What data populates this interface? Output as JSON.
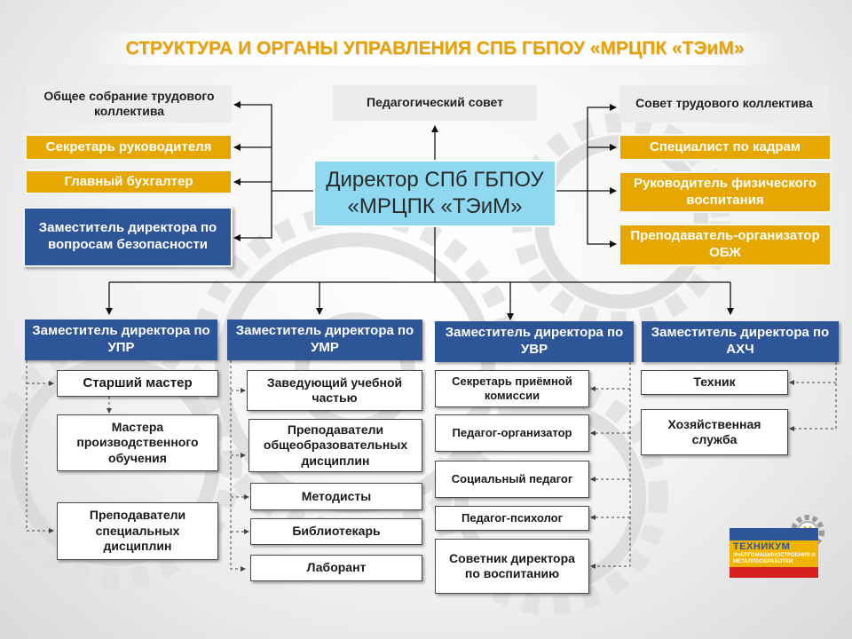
{
  "title": "СТРУКТУРА И ОРГАНЫ УПРАВЛЕНИЯ СПБ ГБПОУ «МРЦПК «ТЭиМ»",
  "director": {
    "line1": "Директор СПб ГБПОУ",
    "line2": "«МРЦПК «ТЭиМ»"
  },
  "top": {
    "general_meeting": "Общее собрание трудового коллектива",
    "ped_council": "Педагогический совет",
    "labor_council": "Совет трудового коллектива"
  },
  "left_staff": {
    "secretary": "Секретарь руководителя",
    "accountant": "Главный бухгалтер",
    "security_deputy": "Заместитель директора по вопросам безопасности"
  },
  "right_staff": {
    "hr": "Специалист по кадрам",
    "pe_head": "Руководитель физического воспитания",
    "obzh": "Преподаватель-организатор ОБЖ"
  },
  "deputies": {
    "upr": "Заместитель директора по УПР",
    "umr": "Заместитель директора по УМР",
    "uvr": "Заместитель директора по УВР",
    "ahch": "Заместитель директора по АХЧ"
  },
  "upr_items": [
    "Старший мастер",
    "Мастера производственного обучения",
    "Преподаватели специальных дисциплин"
  ],
  "umr_items": [
    "Заведующий учебной частью",
    "Преподаватели общеобразовательных дисциплин",
    "Методисты",
    "Библиотекарь",
    "Лаборант"
  ],
  "uvr_items": [
    "Секретарь приёмной комиссии",
    "Педагог-организатор",
    "Социальный педагог",
    "Педагог-психолог",
    "Советник директора по воспитанию"
  ],
  "ahch_items": [
    "Техник",
    "Хозяйственная служба"
  ],
  "logo": {
    "name": "ТЕХНИКУМ",
    "subtitle": "ЭНЕРГОМАШИНОСТРОЕНИЯ И МЕТАЛЛООБРАБОТКИ"
  },
  "colors": {
    "accent_yellow": "#e6a800",
    "navy": "#2e5597",
    "director_blue": "#8ed8f0",
    "title_orange": "#e8a200"
  }
}
